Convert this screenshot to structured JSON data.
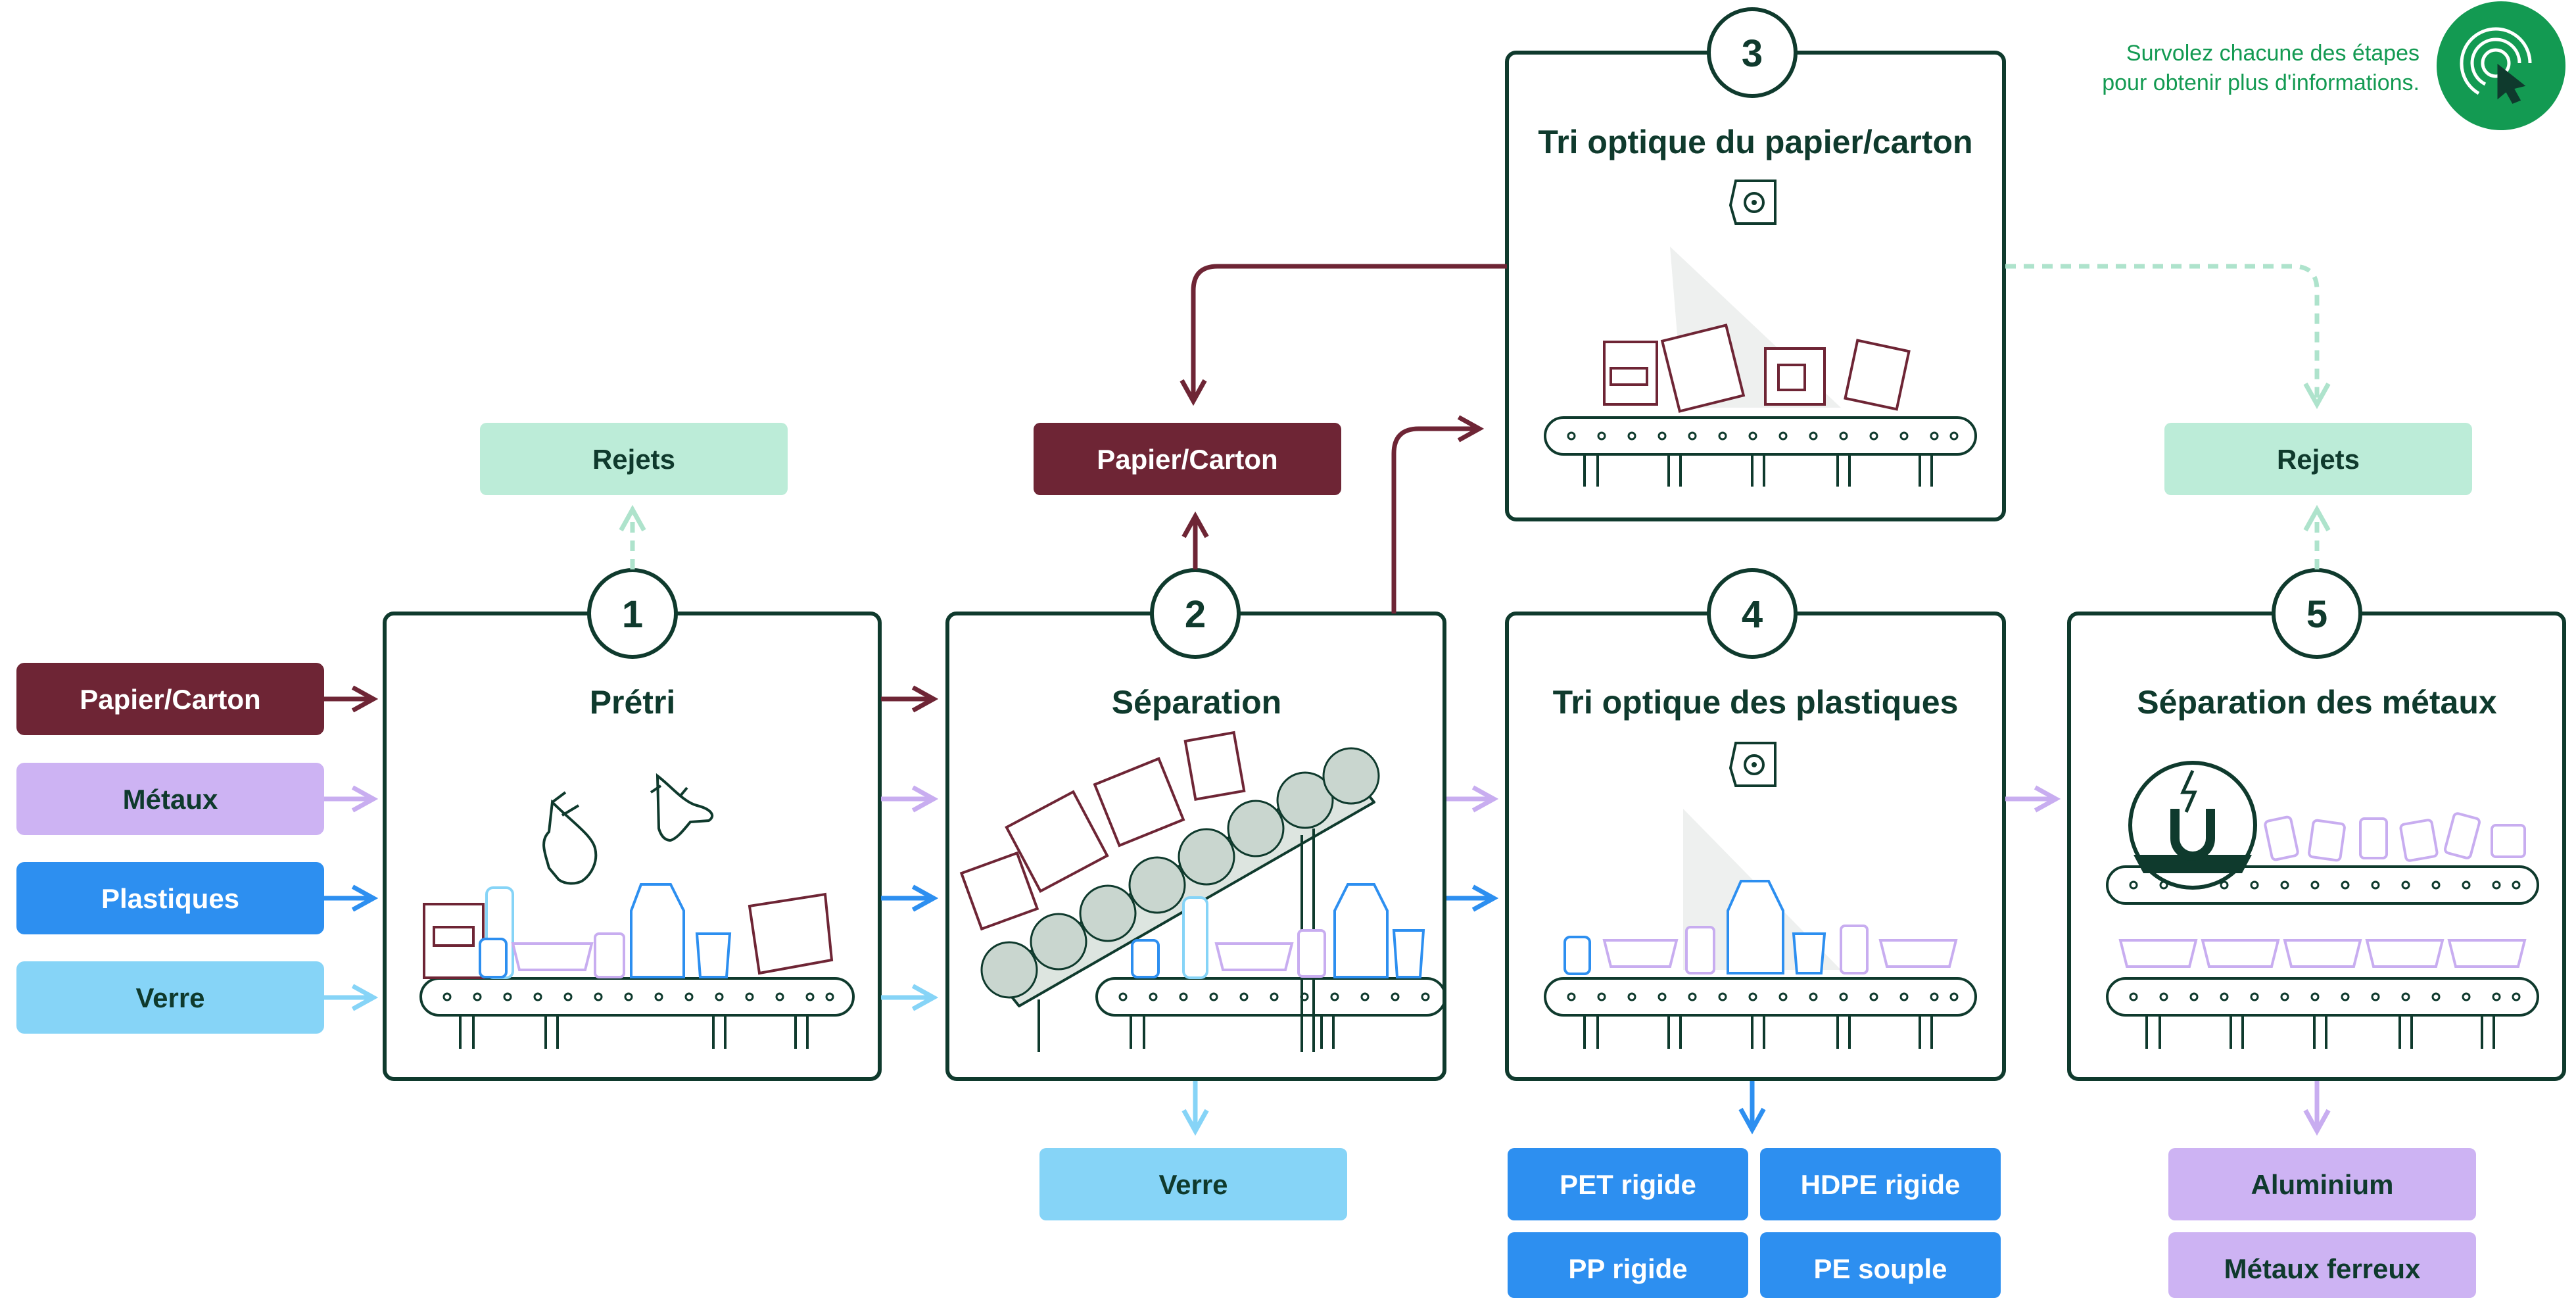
{
  "hint": {
    "line1": "Survolez chacune des étapes",
    "line2": "pour obtenir plus d'informations."
  },
  "colors": {
    "dark_green": "#0f3a2d",
    "paper": "#6e2535",
    "metal": "#cdb3f3",
    "metal_arrow": "#c8adf0",
    "plastic": "#2d8ff0",
    "glass": "#86d4f7",
    "reject": "#bcecd8",
    "reject_arrow": "#aee3cc",
    "accent_green": "#139a52"
  },
  "inputs": [
    {
      "label": "Papier/Carton",
      "material": "paper"
    },
    {
      "label": "Métaux",
      "material": "metal"
    },
    {
      "label": "Plastiques",
      "material": "plastic"
    },
    {
      "label": "Verre",
      "material": "glass"
    }
  ],
  "steps": [
    {
      "number": "1",
      "title": "Prétri"
    },
    {
      "number": "2",
      "title": "Séparation"
    },
    {
      "number": "3",
      "title": "Tri optique du papier/carton"
    },
    {
      "number": "4",
      "title": "Tri optique des plastiques"
    },
    {
      "number": "5",
      "title": "Séparation des métaux"
    }
  ],
  "outputs": {
    "rejets_step1": "Rejets",
    "papier_carton": "Papier/Carton",
    "rejets_step5": "Rejets",
    "verre": "Verre",
    "plastics": [
      "PET rigide",
      "HDPE rigide",
      "PP rigide",
      "PE souple"
    ],
    "metals": [
      "Aluminium",
      "Métaux ferreux"
    ]
  }
}
